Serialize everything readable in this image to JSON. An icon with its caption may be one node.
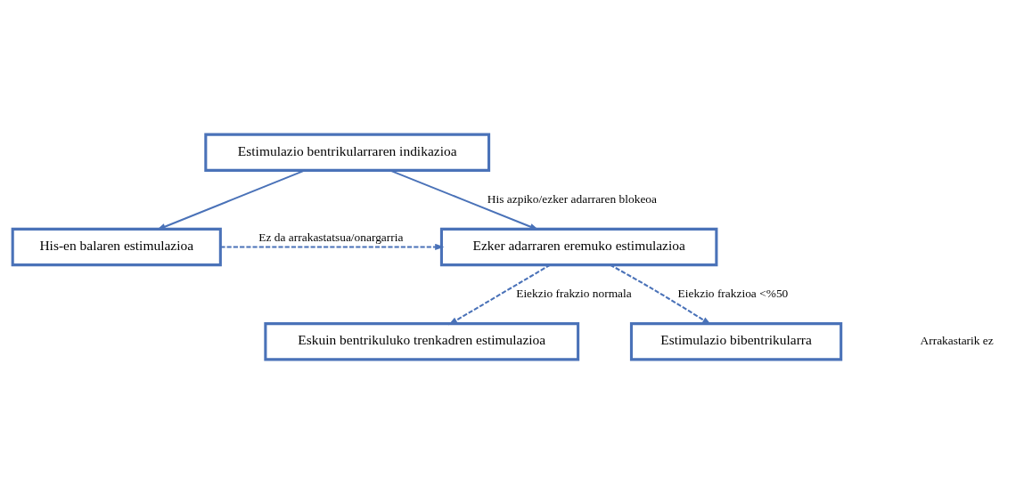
{
  "diagram": {
    "nodes": [
      {
        "text": [
          "Estimulazio bentrikularraren indikazioa"
        ]
      },
      {
        "text": [
          "His-en balaren estimulazioa"
        ]
      },
      {
        "text": [
          "Ezker adarraren eremuko estimulazioa"
        ]
      },
      {
        "text": [
          "Eskuin bentrikuluko trenkadren estimulazioa"
        ]
      },
      {
        "text": [
          "Estimulazio bibentrikularra"
        ]
      }
    ],
    "edges": [
      {
        "from": 0,
        "to": 1,
        "arrow": "to"
      },
      {
        "from": 0,
        "to": 2,
        "arrow": "to",
        "label": "His azpiko/ezker adarraren blokeoa"
      },
      {
        "from": 1,
        "to": 2,
        "arrow": "to",
        "style": "dashed",
        "label": "Ez da arrakastatsua/onargarria"
      },
      {
        "from": 2,
        "to": 3,
        "arrow": "to",
        "style": "dashed",
        "label": "Eiekzio frakzio normala"
      },
      {
        "from": 2,
        "to": 4,
        "arrow": "to",
        "style": "dashed",
        "label": "Eiekzio frakzioa <%50"
      }
    ],
    "labels": [
      "Arrakastarik ez"
    ]
  }
}
